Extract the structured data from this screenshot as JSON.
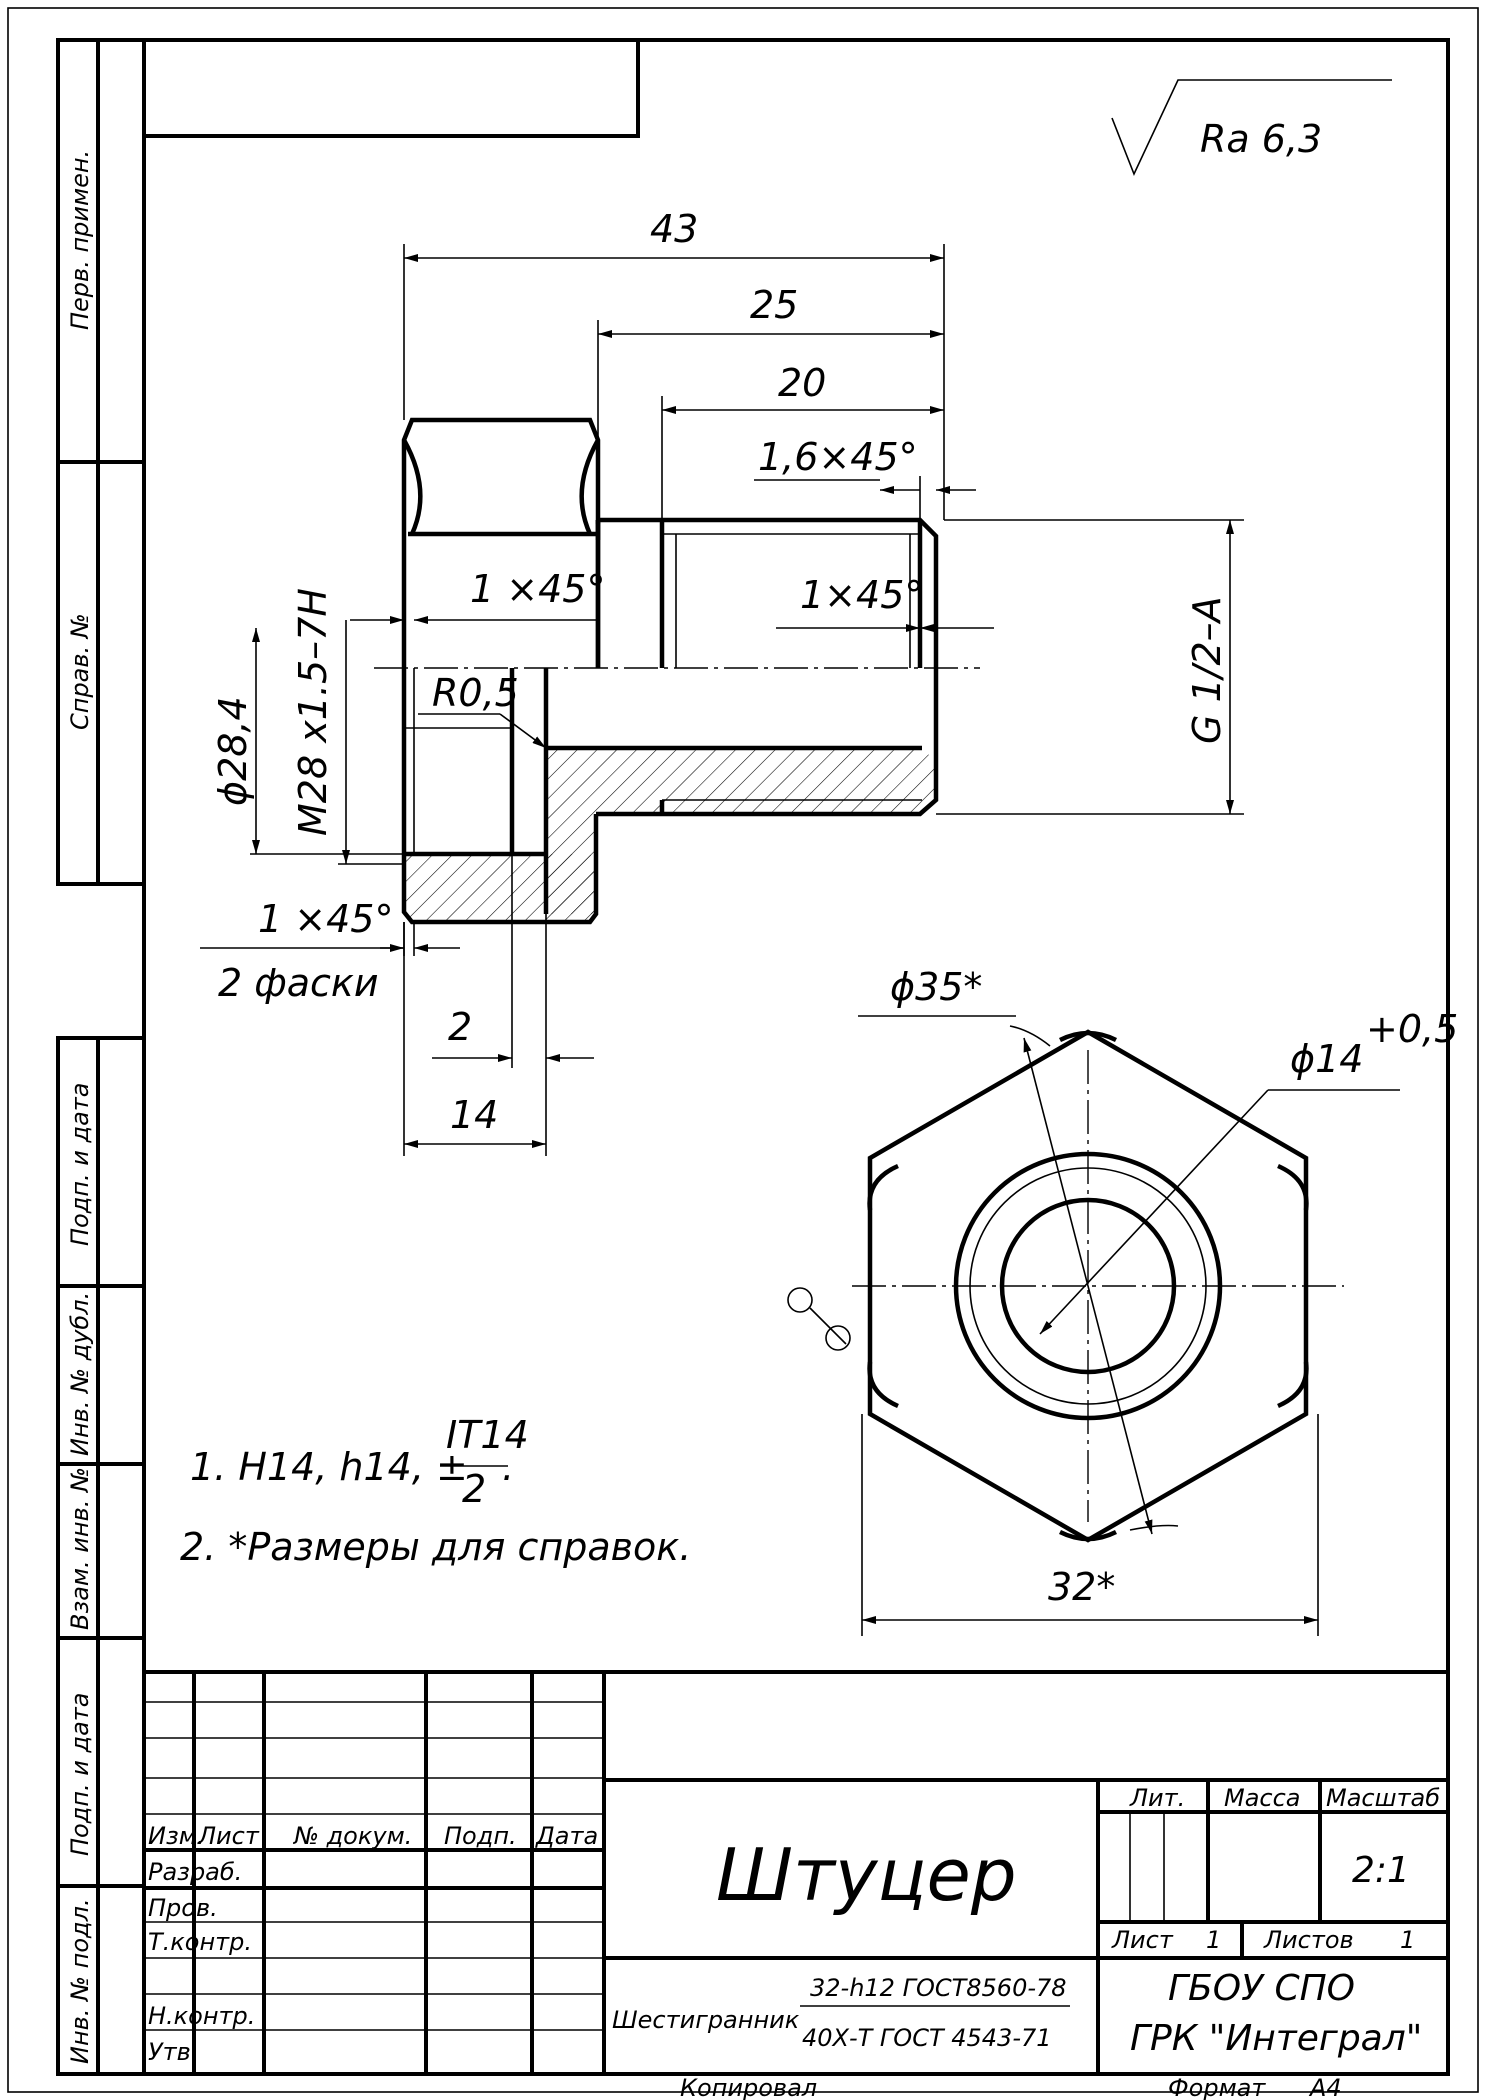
{
  "roughness": "Ra 6,3",
  "side_labels": {
    "perv_primen": "Перв. примен.",
    "sprav_no": "Справ. №",
    "podp_data_1": "Подп. и дата",
    "inv_dubl": "Инв. № дубл.",
    "vzam_inv": "Взам. инв. №",
    "podp_data_2": "Подп. и дата",
    "inv_podl": "Инв. № подл."
  },
  "dims": {
    "d43": "43",
    "d25": "25",
    "d20": "20",
    "chamfer_16": "1,6×45°",
    "chamfer_1_hex": "1 ×45°",
    "chamfer_1_thread": "1×45°",
    "thread_m28": "M28 x1.5–7H",
    "diam_284": "ϕ28,4",
    "radius": "R0,5",
    "chamfer_bottom": "1 ×45°",
    "two_chamfers": "2 фаски",
    "d2": "2",
    "d14": "14",
    "g_thread": "G 1/2–A",
    "diam_35": "ϕ35*",
    "diam_14": "ϕ14",
    "diam_14_tol": "+0,5",
    "d32": "32*"
  },
  "notes": {
    "line1_prefix": "1. H14, h14, ±",
    "line1_num": "IT14",
    "line1_den": "2",
    "line1_end": ".",
    "line2": "2.  *Размеры для справок."
  },
  "title_block": {
    "headers": {
      "izm": "Изм.",
      "list": "Лист",
      "dokum": "№ докум.",
      "podp": "Подп.",
      "data": "Дата"
    },
    "roles": {
      "razrab": "Разраб.",
      "prov": "Пров.",
      "tkontr": "Т.контр.",
      "nkontr": "Н.контр.",
      "utv": "Утв."
    },
    "part_name": "Штуцер",
    "lit": "Лит.",
    "massa": "Масса",
    "masshtab": "Масштаб",
    "scale_value": "2:1",
    "sheet_label": "Лист",
    "sheet_value": "1",
    "sheets_label": "Листов",
    "sheets_value": "1",
    "material_prefix": "Шестигранник",
    "material_top": "32-h12 ГОСТ8560-78",
    "material_bottom": "40Х-Т ГОСТ 4543-71",
    "org_line1": "ГБОУ  СПО",
    "org_line2": "ГРК \"Интеграл\"",
    "copied": "Копировал",
    "format_label": "Формат",
    "format_value": "А4"
  }
}
